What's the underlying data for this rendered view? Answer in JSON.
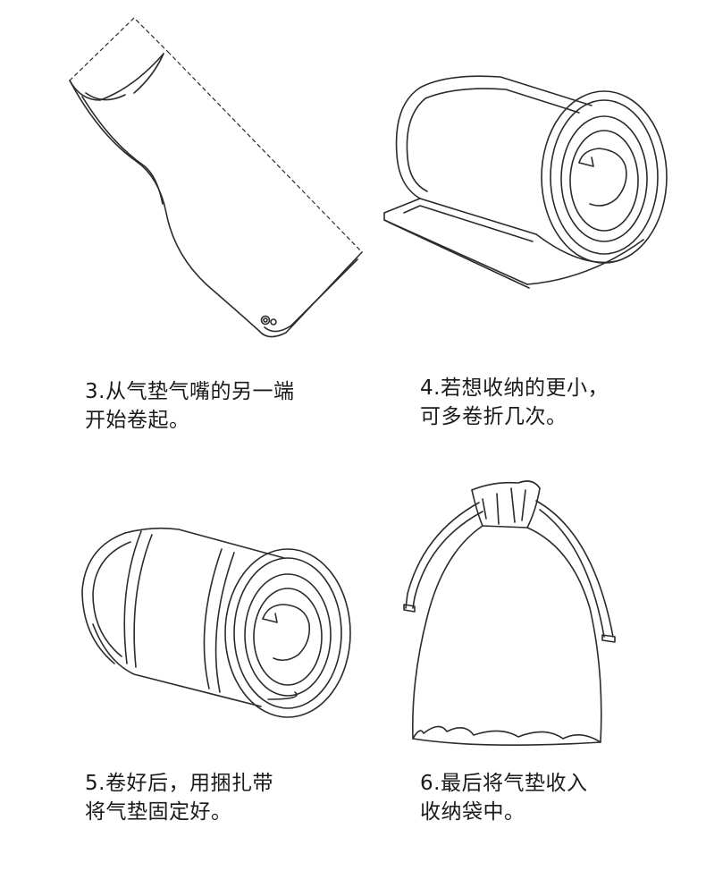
{
  "steps": [
    {
      "line1": "3.从气垫气嘴的另一端",
      "line2": "开始卷起。"
    },
    {
      "line1": "4.若想收纳的更小，",
      "line2": "可多卷折几次。"
    },
    {
      "line1": "5.卷好后，用捆扎带",
      "line2": "将气垫固定好。"
    },
    {
      "line1": "6.最后将气垫收入",
      "line2": "收纳袋中。"
    }
  ],
  "colors": {
    "line": "#2b2b2b",
    "text": "#1a1a1a",
    "background": "#ffffff"
  }
}
